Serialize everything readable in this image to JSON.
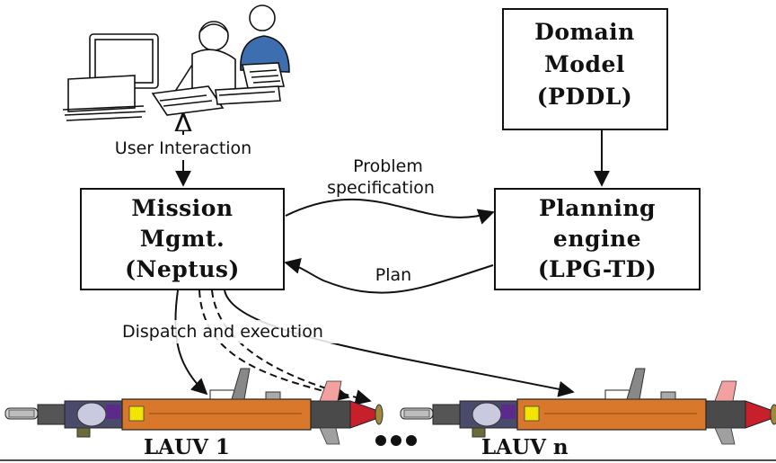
{
  "user_interaction_label": "User Interaction",
  "domain_model": {
    "lines": [
      "Domain",
      "Model",
      "(PDDL)"
    ]
  },
  "mission_mgmt": {
    "lines": [
      "Mission",
      "Mgmt.",
      "(Neptus)"
    ]
  },
  "planning_engine": {
    "lines": [
      "Planning",
      "engine",
      "(LPG-TD)"
    ]
  },
  "problem_spec_label": {
    "lines": [
      "Problem",
      "specification"
    ]
  },
  "plan_label": "Plan",
  "dispatch_label": "Dispatch and execution",
  "vehicles": [
    {
      "name": "LAUV 1"
    },
    {
      "name": "LAUV n"
    }
  ],
  "colors": {
    "hull": "#d9782a",
    "person2_shirt": "#3d6fb0",
    "nose_cone": "#c8202a",
    "highlight": "#f2e600"
  },
  "icons": [
    "operator-at-computer-icon",
    "second-operator-icon",
    "auv-vehicle-icon",
    "ellipsis-dots-icon"
  ]
}
